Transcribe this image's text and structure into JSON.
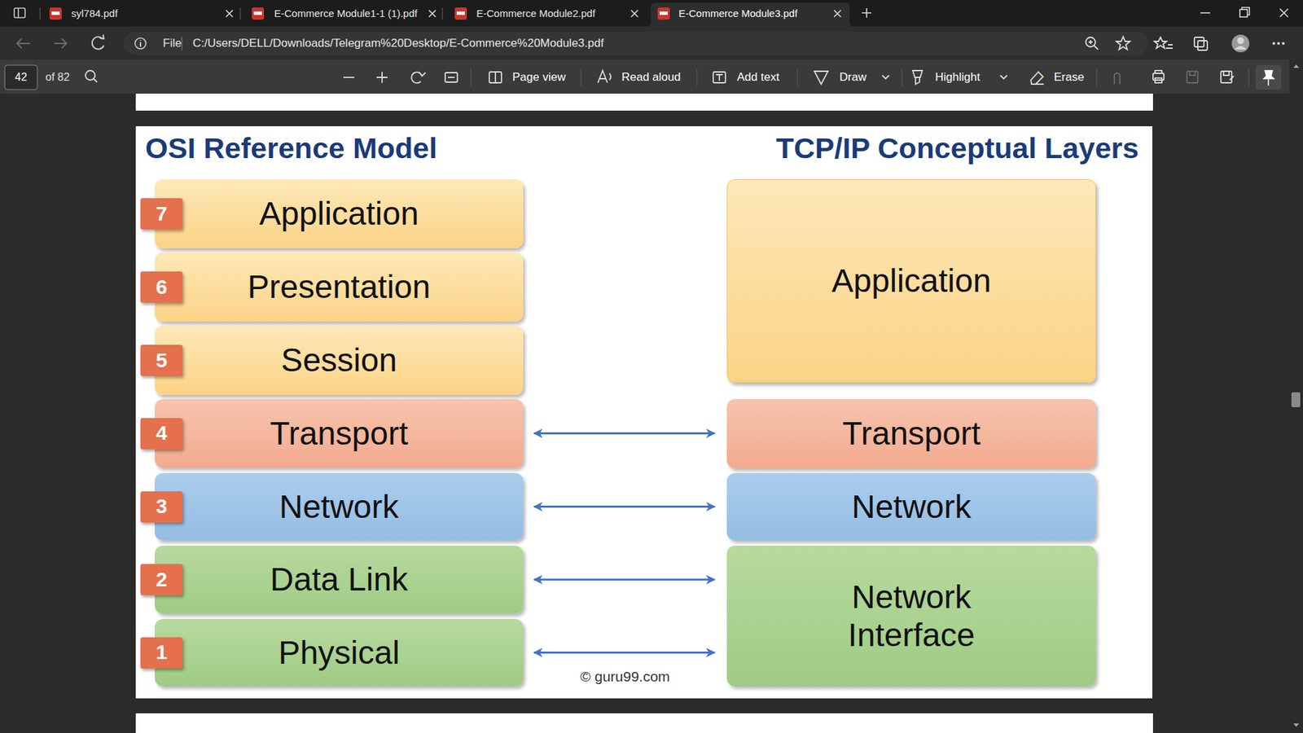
{
  "diagram": {
    "nodes": [
      {
        "text": [
          "7"
        ]
      },
      {
        "text": [
          "Application"
        ]
      },
      {
        "text": [
          "6"
        ]
      },
      {
        "text": [
          "Presentation"
        ]
      },
      {
        "text": [
          "5"
        ]
      },
      {
        "text": [
          "Session"
        ]
      },
      {
        "text": [
          "4"
        ]
      },
      {
        "text": [
          "Transport"
        ]
      },
      {
        "text": [
          "3"
        ]
      },
      {
        "text": [
          "Network"
        ]
      },
      {
        "text": [
          "2"
        ]
      },
      {
        "text": [
          "Data Link"
        ]
      },
      {
        "text": [
          "1"
        ]
      },
      {
        "text": [
          "Physical"
        ]
      },
      {
        "text": [
          "Application"
        ]
      },
      {
        "text": [
          "Transport"
        ]
      },
      {
        "text": [
          "Network"
        ]
      },
      {
        "text": [
          "Network Interface"
        ]
      }
    ],
    "edges": [
      {
        "from": 7,
        "to": 15,
        "arrow": "both"
      },
      {
        "from": 9,
        "to": 16,
        "arrow": "both"
      },
      {
        "from": 11,
        "to": 17,
        "arrow": "both"
      },
      {
        "from": 13,
        "to": 17,
        "arrow": "both"
      }
    ],
    "labels": [
      "syl784.pdf",
      "E-Commerce Module1-1 (1).pdf",
      "E-Commerce Module2.pdf",
      "E-Commerce Module3.pdf",
      "File",
      "C:/Users/DELL/Downloads/Telegram%20Desktop/E-Commerce%20Module3.pdf",
      "42",
      "of 82",
      "Page view",
      "Read aloud",
      "Add text",
      "Draw",
      "Highlight",
      "Erase",
      "OSI Reference Model",
      "TCP/IP Conceptual Layers",
      "© guru99.com"
    ]
  }
}
